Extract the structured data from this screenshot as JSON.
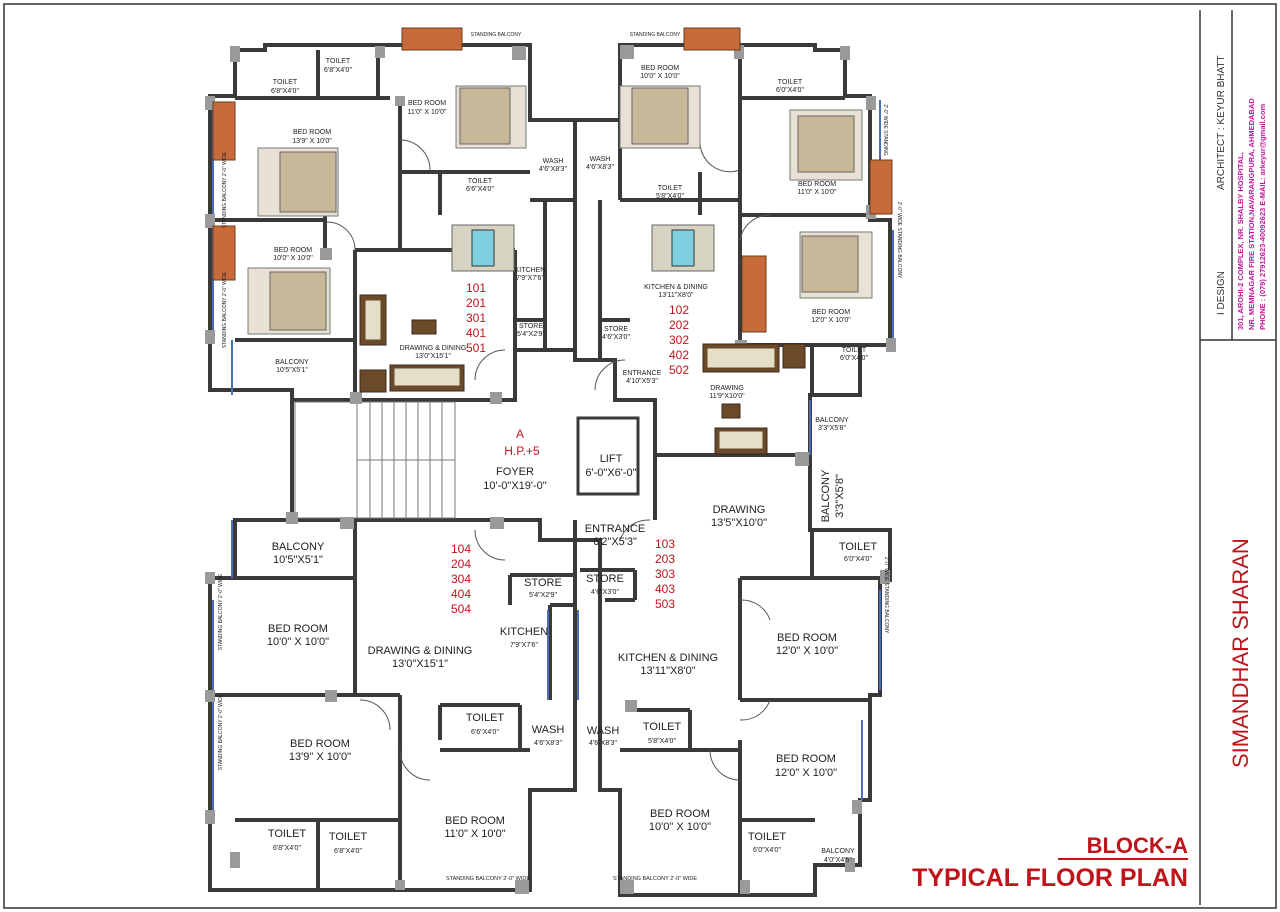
{
  "title": {
    "block": "BLOCK-A",
    "plan": "TYPICAL FLOOR PLAN"
  },
  "side_panel": {
    "project_name": "SIMANDHAR SHARAN",
    "architect": "ARCHITECT : KEYUR BHATT",
    "firm": "I DESIGN",
    "address_1": "301, AROHI-2 COMPLEX, NR. SHALBY HOSPITAL,",
    "address_2": "NR. MEMNAGAR FIRE STATION,NAVARANGPURA, AHMEDABAD",
    "phone": "PHONE : (079) 27912623-40092623   E-MAIL: arkeyur@gmail.com"
  },
  "core": {
    "block_tag": "A",
    "height_tag": "H.P.+5",
    "foyer": "FOYER",
    "foyer_size": "10'-0\"X19'-0\"",
    "lift": "LIFT",
    "lift_size": "6'-0\"X6'-0\"",
    "entrance": "ENTRANCE",
    "entrance_size": "6'2\"X5'3\""
  },
  "units": {
    "nw": [
      "101",
      "201",
      "301",
      "401",
      "501"
    ],
    "ne": [
      "102",
      "202",
      "302",
      "402",
      "502"
    ],
    "sw": [
      "104",
      "204",
      "304",
      "404",
      "504"
    ],
    "se": [
      "103",
      "203",
      "303",
      "403",
      "503"
    ]
  },
  "nw_rooms": {
    "toilet_1": "TOILET",
    "toilet_1_size": "6'8\"X4'0\"",
    "toilet_2": "TOILET",
    "toilet_2_size": "6'8\"X4'0\"",
    "standing_balcony": "STANDING BALCONY",
    "bed_1": "BED ROOM",
    "bed_1_size": "11'0\" X 10'0\"",
    "bed_2": "BED ROOM",
    "bed_2_size": "13'9\" X 10'0\"",
    "bed_3": "BED ROOM",
    "bed_3_size": "10'0\" X 10'0\"",
    "toilet_3": "TOILET",
    "toilet_3_size": "6'6\"X4'0\"",
    "wash": "WASH",
    "wash_size": "4'6\"X8'3\"",
    "kitchen": "KITCHEN",
    "kitchen_size": "7'9\"X7'6\"",
    "store": "STORE",
    "store_size": "5'4\"X2'9\"",
    "drawing": "DRAWING & DINING",
    "drawing_size": "13'0\"X15'1\"",
    "balcony": "BALCONY",
    "balcony_size": "10'5\"X5'1\"",
    "sb_1": "STANDING BALCONY 2'-0\" WIDE",
    "sb_2": "STANDING BALCONY 2'-0\" WIDE"
  },
  "ne_rooms": {
    "standing_balcony": "STANDING BALCONY",
    "bed_1": "BED ROOM",
    "bed_1_size": "10'0\" X 10'0\"",
    "toilet_1": "TOILET",
    "toilet_1_size": "6'0\"X4'0\"",
    "bed_2": "BED ROOM",
    "bed_2_size": "11'0\" X 10'0\"",
    "standing_side": "2'-0\" WIDE STANDING",
    "wash": "WASH",
    "wash_size": "4'6\"X8'3\"",
    "toilet_2": "TOILET",
    "toilet_2_size": "5'8\"X4'0\"",
    "kitchen": "KITCHEN & DINING",
    "kitchen_size": "13'11\"X8'0\"",
    "bed_3": "BED ROOM",
    "bed_3_size": "12'0\" X 10'0\"",
    "sb_side": "2'-0\" WIDE STANDING BALCONY",
    "store": "STORE",
    "store_size": "4'6\"X3'0\"",
    "entrance": "ENTRANCE",
    "entrance_size": "4'10\"X5'3\"",
    "toilet_3": "TOILET",
    "toilet_3_size": "6'0\"X4'0\"",
    "drawing": "DRAWING",
    "drawing_size": "11'9\"X10'0\"",
    "balcony": "BALCONY",
    "balcony_size": "3'3\"X5'8\""
  },
  "sw_rooms": {
    "balcony": "BALCONY",
    "balcony_size": "10'5\"X5'1\"",
    "sb_1": "STANDING BALCONY 2'-0\" WIDE",
    "bed_1": "BED ROOM",
    "bed_1_size": "10'0\" X 10'0\"",
    "drawing": "DRAWING & DINING",
    "drawing_size": "13'0\"X15'1\"",
    "store": "STORE",
    "store_size": "5'4\"X2'9\"",
    "kitchen": "KITCHEN",
    "kitchen_size": "7'9\"X7'6\"",
    "sb_2": "STANDING BALCONY 2'-0\" WIDE",
    "bed_2": "BED ROOM",
    "bed_2_size": "13'9\" X 10'0\"",
    "toilet_1": "TOILET",
    "toilet_1_size": "6'6\"X4'0\"",
    "wash": "WASH",
    "wash_size": "4'6\"X8'3\"",
    "toilet_2": "TOILET",
    "toilet_2_size": "6'8\"X4'0\"",
    "toilet_3": "TOILET",
    "toilet_3_size": "6'8\"X4'0\"",
    "bed_3": "BED ROOM",
    "bed_3_size": "11'0\" X 10'0\"",
    "sb_3": "STANDING BALCONY 2'-0\" WIDE"
  },
  "se_rooms": {
    "drawing": "DRAWING",
    "drawing_size": "13'5\"X10'0\"",
    "balcony_1": "BALCONY",
    "balcony_1_size": "3'3\"X5'8\"",
    "toilet_1": "TOILET",
    "toilet_1_size": "6'0\"X4'0\"",
    "store": "STORE",
    "store_size": "4'6\"X3'0\"",
    "sb_side": "2'-0\" WIDE STANDING BALCONY",
    "bed_1": "BED ROOM",
    "bed_1_size": "12'0\" X 10'0\"",
    "kitchen": "KITCHEN & DINING",
    "kitchen_size": "13'11\"X8'0\"",
    "wash": "WASH",
    "wash_size": "4'6\"X8'3\"",
    "toilet_2": "TOILET",
    "toilet_2_size": "5'8\"X4'0\"",
    "bed_2": "BED ROOM",
    "bed_2_size": "12'0\" X 10'0\"",
    "bed_3": "BED ROOM",
    "bed_3_size": "10'0\" X 10'0\"",
    "toilet_3": "TOILET",
    "toilet_3_size": "6'0\"X4'0\"",
    "balcony_2": "BALCONY",
    "balcony_2_size": "4'0\"X4'5\"",
    "sb_bottom": "STANDING BALCONY 2'-0\" WIDE"
  },
  "colors": {
    "accent_red": "#c0141b",
    "wall": "#3a3a3a",
    "glass": "#4a6fb5"
  }
}
